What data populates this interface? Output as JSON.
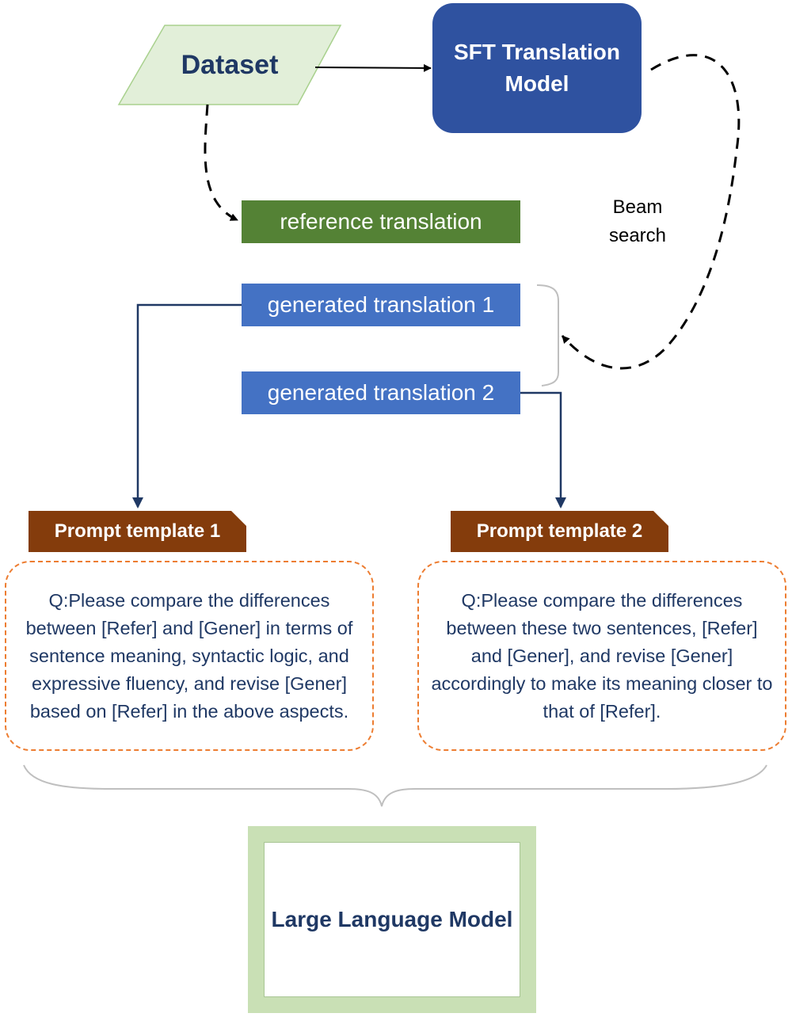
{
  "colors": {
    "dataset_fill": "#e2efd9",
    "sft_fill": "#2f52a0",
    "reference_fill": "#548235",
    "generated_fill": "#4472c4",
    "prompt_tab_fill": "#843c0c",
    "prompt_border": "#ed7d31",
    "arrow_blue": "#1f3864",
    "llm_frame": "#c9e0b5",
    "dark_text": "#1f3864"
  },
  "nodes": {
    "dataset": "Dataset",
    "sft_model_line1": "SFT Translation",
    "sft_model_line2": "Model",
    "reference": "reference translation",
    "generated_1": "generated translation 1",
    "generated_2": "generated translation 2",
    "beam_line1": "Beam",
    "beam_line2": "search",
    "llm": "Large Language Model"
  },
  "prompts": [
    {
      "title": "Prompt template 1",
      "text": "Q:Please compare the differences between [Refer] and [Gener] in terms of sentence meaning, syntactic logic, and expressive fluency, and revise [Gener] based on [Refer] in the above aspects."
    },
    {
      "title": "Prompt template 2",
      "text": "Q:Please compare the differences between these two sentences, [Refer] and [Gener], and revise [Gener] accordingly to make its meaning closer to that of  [Refer]."
    }
  ]
}
